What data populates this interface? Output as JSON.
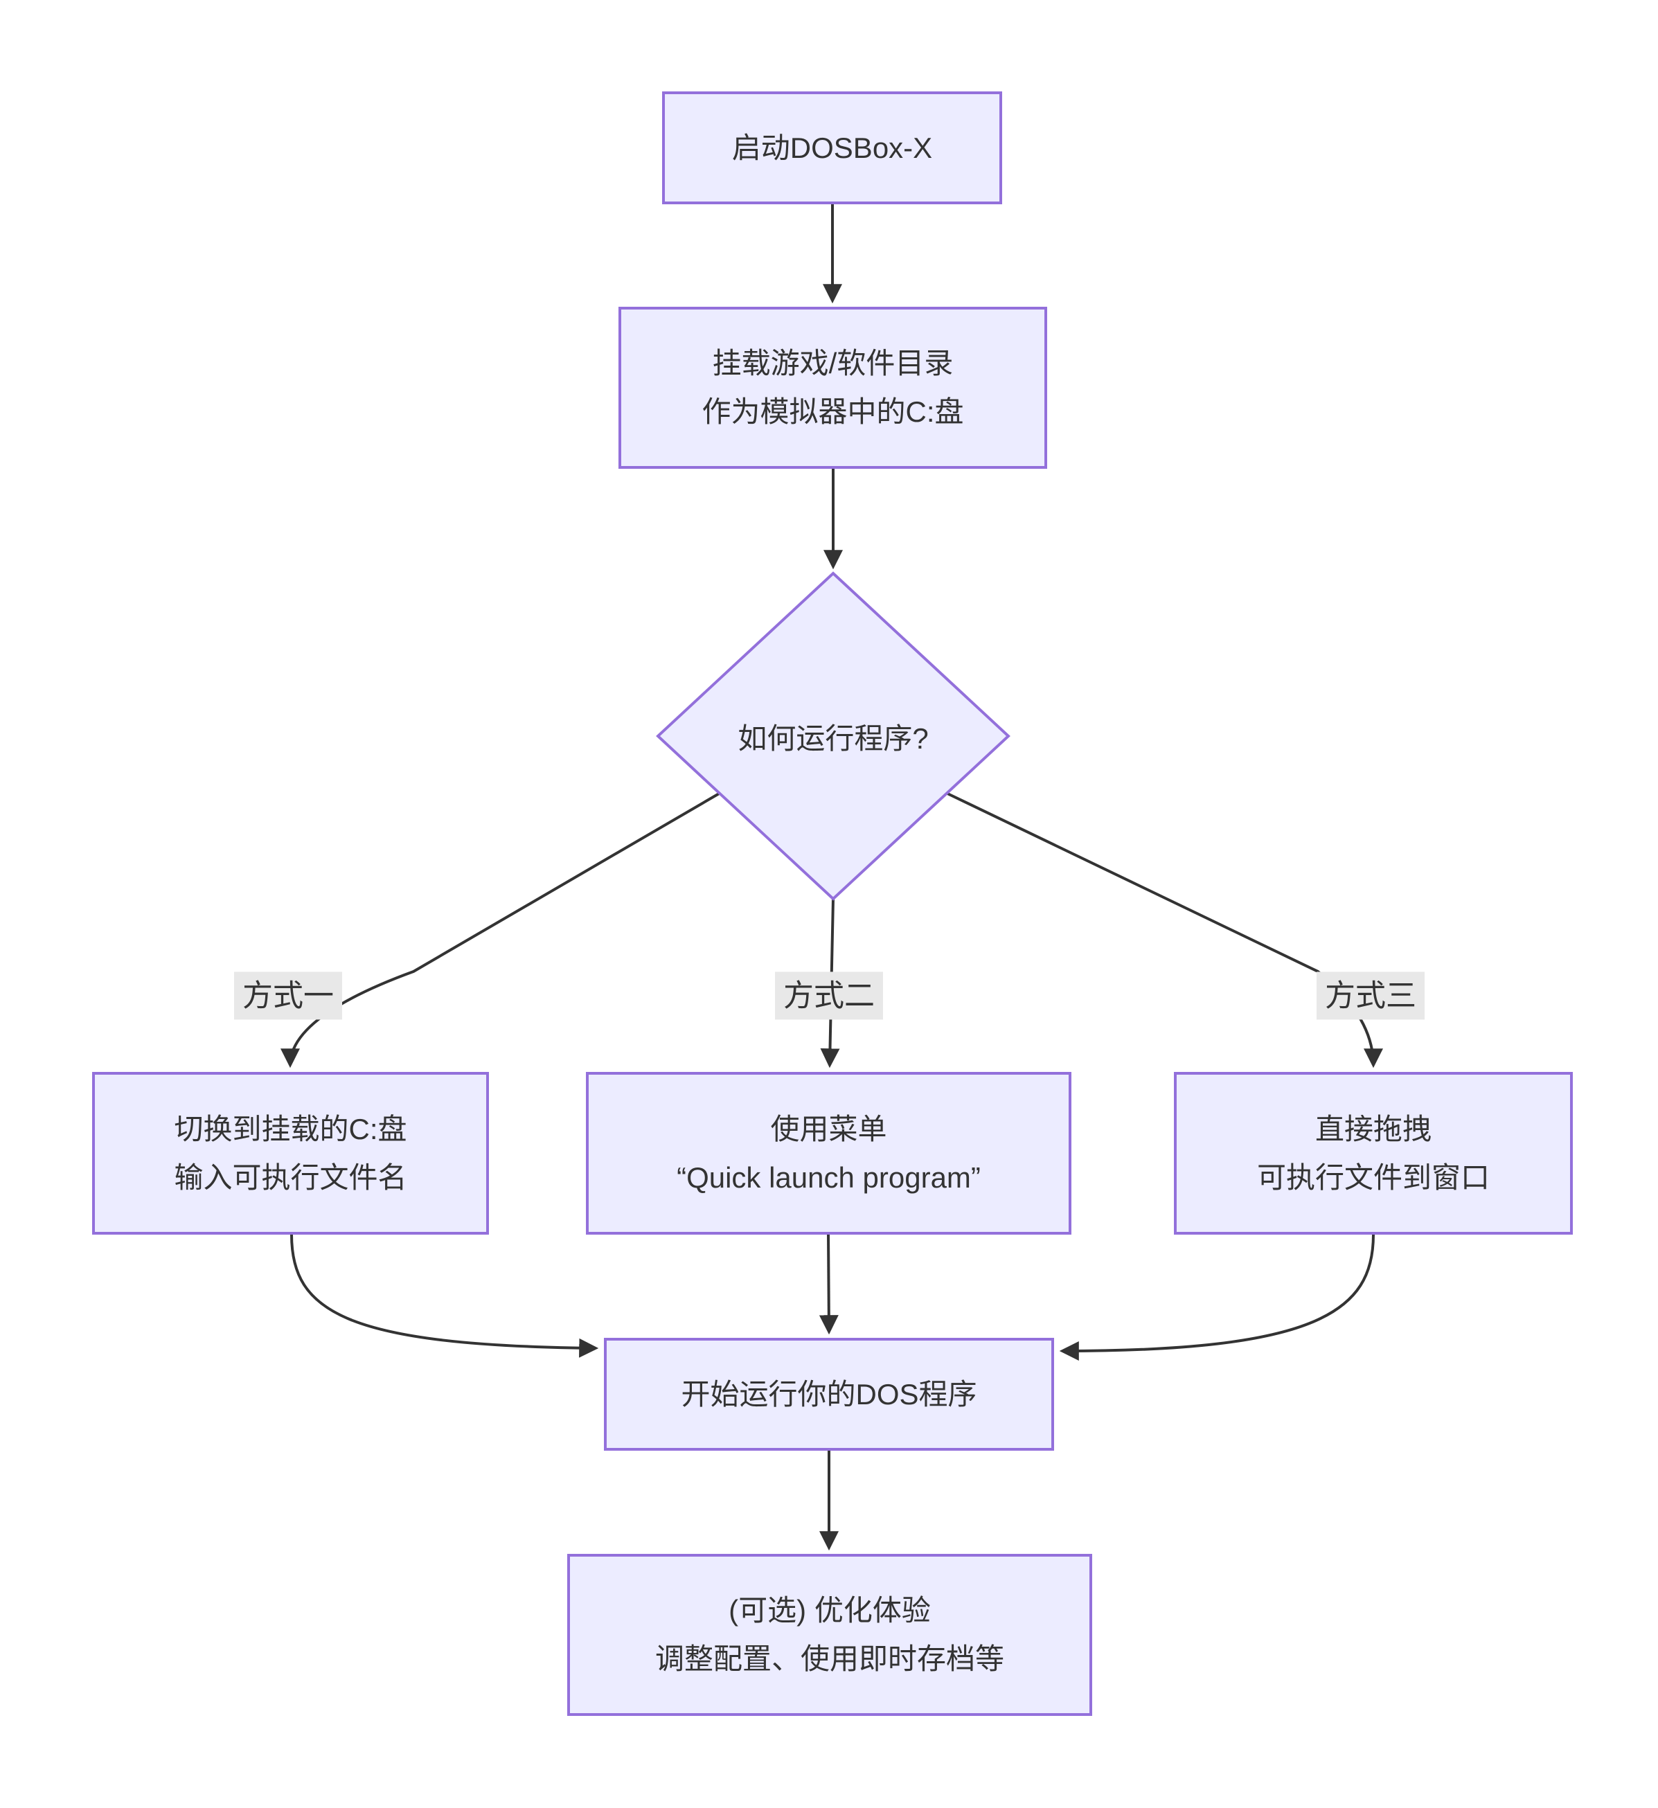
{
  "diagram": {
    "type": "flowchart",
    "direction": "top-down",
    "colors": {
      "node_fill": "#ECECFF",
      "node_border": "#9370DB",
      "edge_line": "#333333",
      "edge_label_bg": "#e8e8e8",
      "text": "#333333",
      "background": "#ffffff"
    },
    "nodes": {
      "start": {
        "shape": "rect",
        "lines": [
          "启动DOSBox-X"
        ]
      },
      "mount": {
        "shape": "rect",
        "lines": [
          "挂载游戏/软件目录",
          "作为模拟器中的C:盘"
        ]
      },
      "decision": {
        "shape": "diamond",
        "lines": [
          "如何运行程序?"
        ]
      },
      "method1": {
        "shape": "rect",
        "lines": [
          "切换到挂载的C:盘",
          "输入可执行文件名"
        ]
      },
      "method2": {
        "shape": "rect",
        "lines": [
          "使用菜单",
          "“Quick launch program”"
        ]
      },
      "method3": {
        "shape": "rect",
        "lines": [
          "直接拖拽",
          "可执行文件到窗口"
        ]
      },
      "run": {
        "shape": "rect",
        "lines": [
          "开始运行你的DOS程序"
        ]
      },
      "optimize": {
        "shape": "rect",
        "lines": [
          "(可选) 优化体验",
          "调整配置、使用即时存档等"
        ]
      }
    },
    "edges": [
      {
        "from": "start",
        "to": "mount",
        "label": ""
      },
      {
        "from": "mount",
        "to": "decision",
        "label": ""
      },
      {
        "from": "decision",
        "to": "method1",
        "label": "方式一"
      },
      {
        "from": "decision",
        "to": "method2",
        "label": "方式二"
      },
      {
        "from": "decision",
        "to": "method3",
        "label": "方式三"
      },
      {
        "from": "method1",
        "to": "run",
        "label": ""
      },
      {
        "from": "method2",
        "to": "run",
        "label": ""
      },
      {
        "from": "method3",
        "to": "run",
        "label": ""
      },
      {
        "from": "run",
        "to": "optimize",
        "label": ""
      }
    ]
  }
}
